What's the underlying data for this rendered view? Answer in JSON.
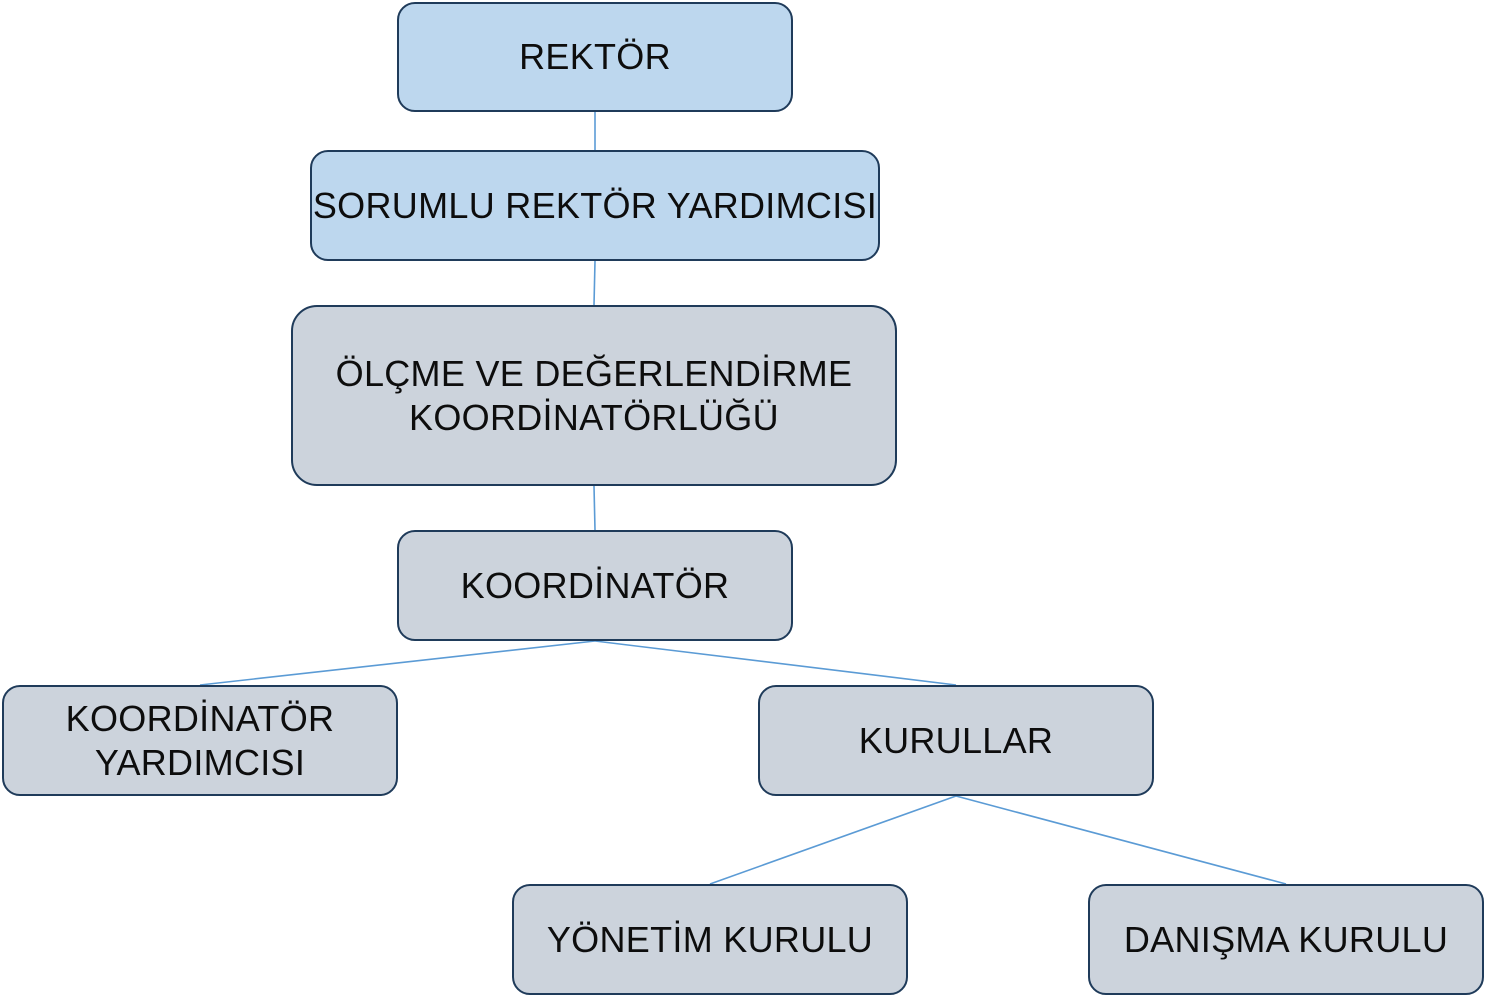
{
  "diagram": {
    "nodes": {
      "rektor": "REKTÖR",
      "sorumlu_rektor_yardimcisi": "SORUMLU REKTÖR YARDIMCISI",
      "olcme_degerlendirme": "ÖLÇME VE DEĞERLENDİRME\nKOORDİNATÖRLÜĞÜ",
      "koordinator": "KOORDİNATÖR",
      "koordinator_yardimcisi": "KOORDİNATÖR\nYARDIMCISI",
      "kurullar": "KURULLAR",
      "yonetim_kurulu": "YÖNETİM KURULU",
      "danisma_kurulu": "DANIŞMA KURULU"
    },
    "edges": [
      [
        "rektor",
        "sorumlu_rektor_yardimcisi"
      ],
      [
        "sorumlu_rektor_yardimcisi",
        "olcme_degerlendirme"
      ],
      [
        "olcme_degerlendirme",
        "koordinator"
      ],
      [
        "koordinator",
        "koordinator_yardimcisi"
      ],
      [
        "koordinator",
        "kurullar"
      ],
      [
        "kurullar",
        "yonetim_kurulu"
      ],
      [
        "kurullar",
        "danisma_kurulu"
      ]
    ],
    "colors": {
      "top_level_fill": "#bdd7ee",
      "lower_level_fill": "#ccd3dc",
      "border": "#1f3b5a",
      "connector": "#5b9bd5"
    }
  }
}
